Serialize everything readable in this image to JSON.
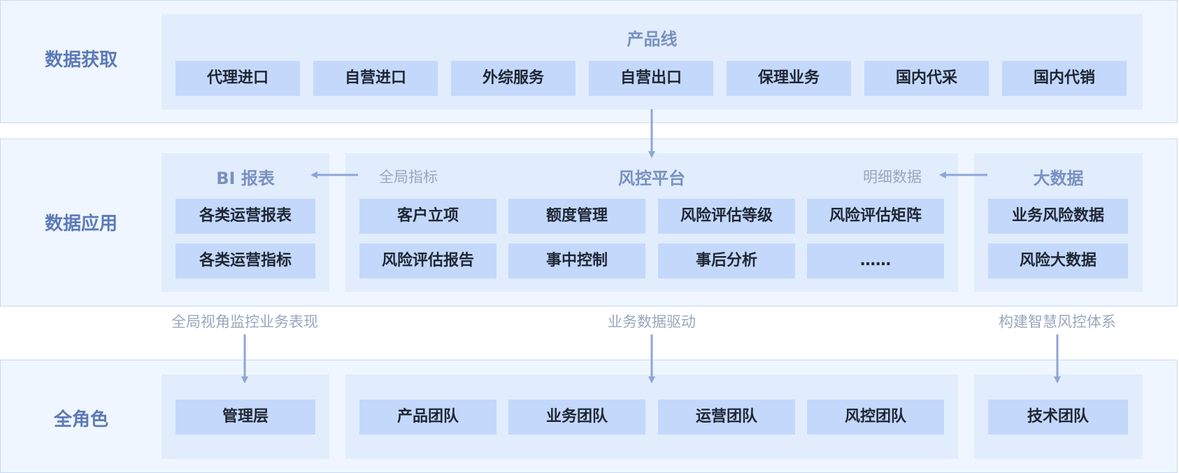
{
  "layers": {
    "acquisition": "数据获取",
    "application": "数据应用",
    "roles": "全角色"
  },
  "product_line": {
    "title": "产品线",
    "items": [
      "代理进口",
      "自营进口",
      "外综服务",
      "自营出口",
      "保理业务",
      "国内代采",
      "国内代销"
    ]
  },
  "bi": {
    "title": "BI 报表",
    "items": [
      "各类运营报表",
      "各类运营指标"
    ]
  },
  "risk": {
    "title": "风控平台",
    "left_note": "全局指标",
    "right_note": "明细数据",
    "items": [
      "客户立项",
      "额度管理",
      "风险评估等级",
      "风险评估矩阵",
      "风险评估报告",
      "事中控制",
      "事后分析",
      "……"
    ]
  },
  "bigdata": {
    "title": "大数据",
    "items": [
      "业务风险数据",
      "风险大数据"
    ]
  },
  "connectors": {
    "left": "全局视角监控业务表现",
    "middle": "业务数据驱动",
    "right": "构建智慧风控体系"
  },
  "teams": {
    "management": "管理层",
    "middle": [
      "产品团队",
      "业务团队",
      "运营团队",
      "风控团队"
    ],
    "tech": "技术团队"
  },
  "colors": {
    "band_bg": "#f0f6ff",
    "panel_bg": "#e1edfd",
    "chip_bg": "#c3d8fb",
    "label": "#5b7ab8",
    "arrow": "#8ea6d6"
  }
}
